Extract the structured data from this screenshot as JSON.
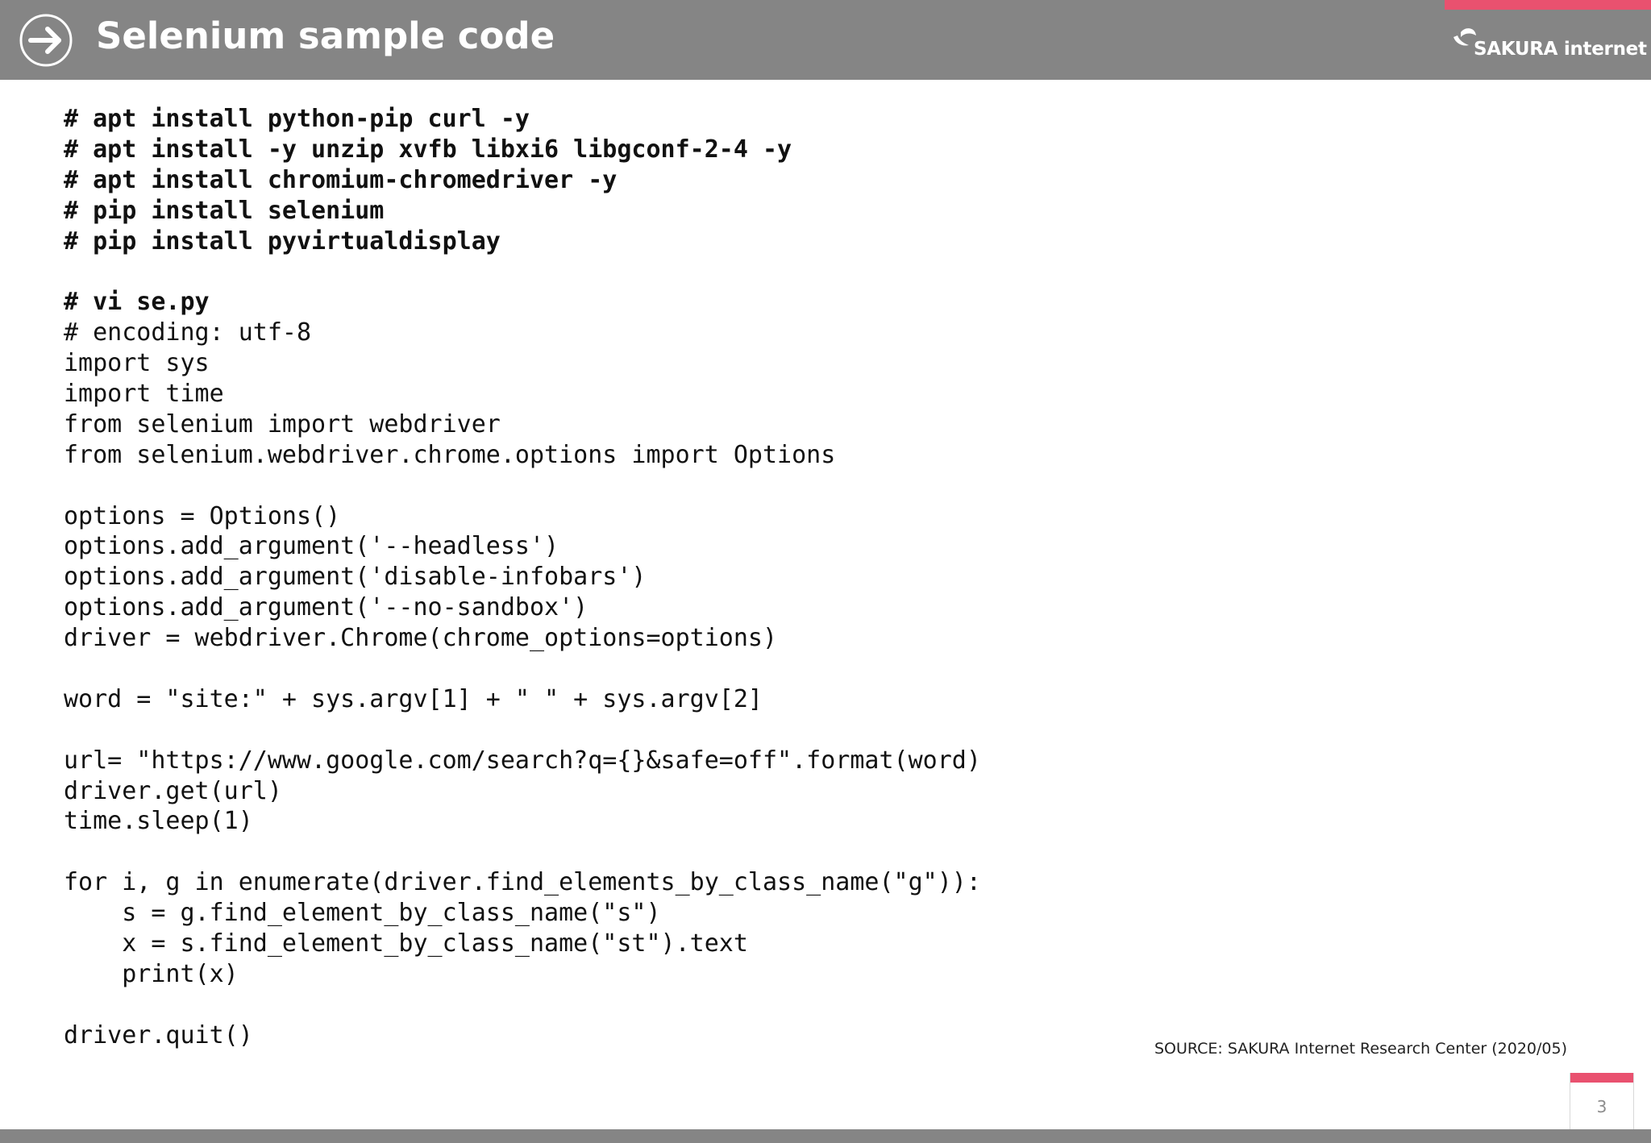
{
  "header": {
    "title": "Selenium sample code",
    "logo_text": "SAKURA internet",
    "icon": "arrow-right-circle-icon",
    "background_color": "#858585",
    "accent_color": "#e9516f"
  },
  "code": {
    "lines": [
      {
        "text": "# apt install python-pip curl -y",
        "style": "cmd"
      },
      {
        "text": "# apt install -y unzip xvfb libxi6 libgconf-2-4 -y",
        "style": "cmd"
      },
      {
        "text": "# apt install chromium-chromedriver -y",
        "style": "cmd"
      },
      {
        "text": "# pip install selenium",
        "style": "cmd"
      },
      {
        "text": "# pip install pyvirtualdisplay",
        "style": "cmd"
      },
      {
        "text": "",
        "style": "code"
      },
      {
        "text": "# vi se.py",
        "style": "cmd"
      },
      {
        "text": "# encoding: utf-8",
        "style": "code"
      },
      {
        "text": "import sys",
        "style": "code"
      },
      {
        "text": "import time",
        "style": "code"
      },
      {
        "text": "from selenium import webdriver",
        "style": "code"
      },
      {
        "text": "from selenium.webdriver.chrome.options import Options",
        "style": "code"
      },
      {
        "text": "",
        "style": "code"
      },
      {
        "text": "options = Options()",
        "style": "code"
      },
      {
        "text": "options.add_argument('--headless')",
        "style": "code"
      },
      {
        "text": "options.add_argument('disable-infobars')",
        "style": "code"
      },
      {
        "text": "options.add_argument('--no-sandbox')",
        "style": "code"
      },
      {
        "text": "driver = webdriver.Chrome(chrome_options=options)",
        "style": "code"
      },
      {
        "text": "",
        "style": "code"
      },
      {
        "text": "word = \"site:\" + sys.argv[1] + \" \" + sys.argv[2]",
        "style": "code"
      },
      {
        "text": "",
        "style": "code"
      },
      {
        "text": "url= \"https://www.google.com/search?q={}&safe=off\".format(word)",
        "style": "code"
      },
      {
        "text": "driver.get(url)",
        "style": "code"
      },
      {
        "text": "time.sleep(1)",
        "style": "code"
      },
      {
        "text": "",
        "style": "code"
      },
      {
        "text": "for i, g in enumerate(driver.find_elements_by_class_name(\"g\")):",
        "style": "code"
      },
      {
        "text": "    s = g.find_element_by_class_name(\"s\")",
        "style": "code"
      },
      {
        "text": "    x = s.find_element_by_class_name(\"st\").text",
        "style": "code"
      },
      {
        "text": "    print(x)",
        "style": "code"
      },
      {
        "text": "",
        "style": "code"
      },
      {
        "text": "driver.quit()",
        "style": "code"
      }
    ]
  },
  "footer": {
    "source": "SOURCE: SAKURA Internet Research Center (2020/05)",
    "page_number": "3"
  }
}
